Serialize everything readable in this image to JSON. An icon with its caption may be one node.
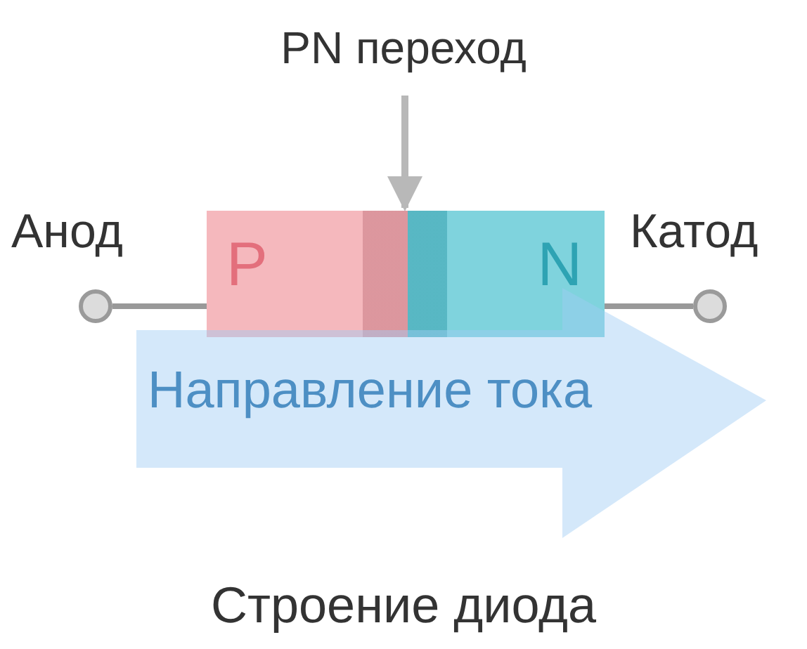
{
  "diagram": {
    "caption": "Строение диода",
    "nodes": [
      {
        "text": [
          "PN переход"
        ]
      },
      {
        "text": [],
        "shape": "circle",
        "beside": [
          "Анод"
        ]
      },
      {
        "text": [
          "P"
        ]
      },
      {
        "text": [],
        "shape": "bar"
      },
      {
        "text": [
          "N"
        ]
      },
      {
        "text": [],
        "shape": "circle",
        "beside": [
          "Катод"
        ]
      },
      {
        "text": [
          "Направление тока"
        ]
      }
    ],
    "edges": [
      {
        "from": 0,
        "to": 3,
        "arrow": "to"
      },
      {
        "from": 1,
        "to": 2,
        "arrow": "none"
      },
      {
        "from": 4,
        "to": 5,
        "arrow": "none"
      }
    ]
  }
}
